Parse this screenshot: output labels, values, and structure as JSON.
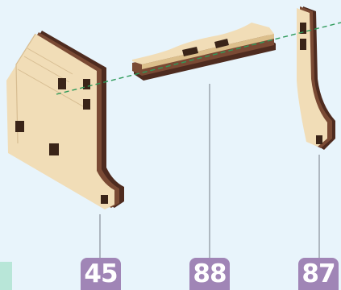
{
  "parts": [
    {
      "id": "45"
    },
    {
      "id": "88"
    },
    {
      "id": "87"
    }
  ],
  "colors": {
    "background": "#e8f4fb",
    "wood_light": "#f1ddb7",
    "wood_mid": "#dcbf8c",
    "wood_edge": "#7a4a34",
    "wood_dark": "#4e2b1f",
    "badge": "#a085b6",
    "axis_line": "#2e9a5a",
    "leader_line": "#9aa3ad"
  },
  "icons": [
    "assembly-axis-line",
    "leader-line"
  ]
}
